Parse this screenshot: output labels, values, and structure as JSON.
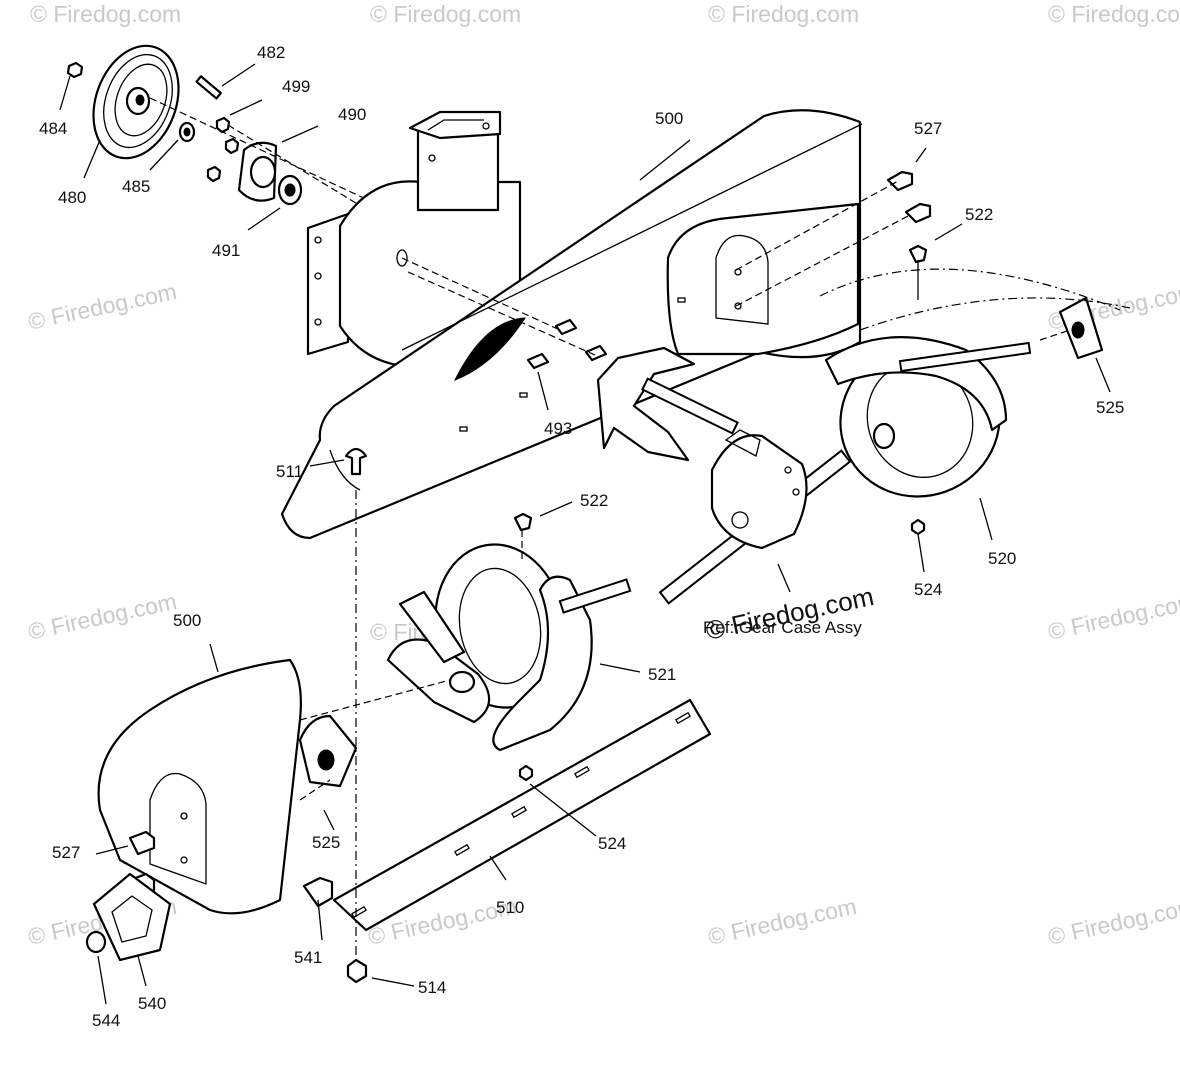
{
  "watermark": {
    "text": "© Firedog.com",
    "color": "#c9c9c9"
  },
  "overlay_watermark": "© Firedog.com",
  "reference_label": "Ref: Gear Case Assy",
  "callouts": {
    "c480": "480",
    "c482": "482",
    "c484": "484",
    "c485": "485",
    "c490": "490",
    "c491": "491",
    "c493": "493",
    "c499": "499",
    "c500_top": "500",
    "c500_bottom": "500",
    "c510": "510",
    "c511": "511",
    "c514": "514",
    "c520": "520",
    "c521": "521",
    "c522_top": "522",
    "c522_mid": "522",
    "c524_right": "524",
    "c524_mid": "524",
    "c525_right": "525",
    "c525_left": "525",
    "c527_top": "527",
    "c527_bottom": "527",
    "c540": "540",
    "c541": "541",
    "c544": "544"
  }
}
